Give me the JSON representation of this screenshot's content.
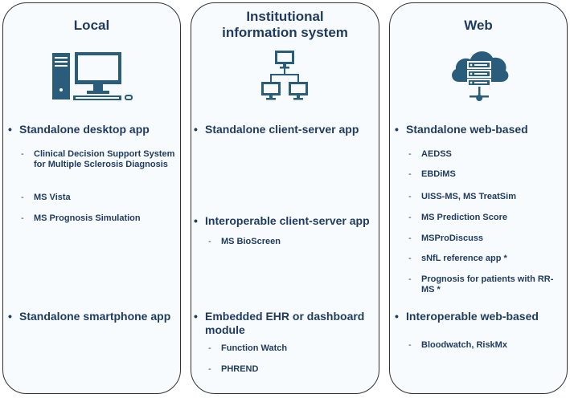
{
  "panels": {
    "local": {
      "title": "Local",
      "icon": "desktop-computer-icon",
      "sections": [
        {
          "label": "Standalone desktop app",
          "items": [
            "Clinical Decision Support System for Multiple Sclerosis Diagnosis",
            "MS Vista",
            "MS Prognosis Simulation"
          ]
        },
        {
          "label": "Standalone smartphone app",
          "items": []
        }
      ]
    },
    "institutional": {
      "title_line1": "Institutional",
      "title_line2": "information system",
      "icon": "network-computers-icon",
      "sections": [
        {
          "label": "Standalone client-server app",
          "items": []
        },
        {
          "label": "Interoperable client-server app",
          "items": [
            "MS BioScreen"
          ]
        },
        {
          "label": "Embedded EHR or dashboard module",
          "items": [
            "Function Watch",
            "PHREND"
          ]
        }
      ]
    },
    "web": {
      "title": "Web",
      "icon": "cloud-server-icon",
      "sections": [
        {
          "label": "Standalone web-based",
          "items": [
            "AEDSS",
            "EBDiMS",
            "UISS-MS, MS TreatSim",
            "MS Prediction Score",
            "MSProDiscuss",
            "sNfL reference app *",
            "Prognosis for patients with RR-MS *"
          ]
        },
        {
          "label": "Interoperable web-based",
          "items": [
            "Bloodwatch, RiskMx"
          ]
        }
      ]
    }
  },
  "symbols": {
    "bullet": "•",
    "dash": "-"
  },
  "colors": {
    "text": "#1f3a5f",
    "icon": "#2a5d7c",
    "panel_bg": "#f7fbfd",
    "border": "#333333"
  }
}
